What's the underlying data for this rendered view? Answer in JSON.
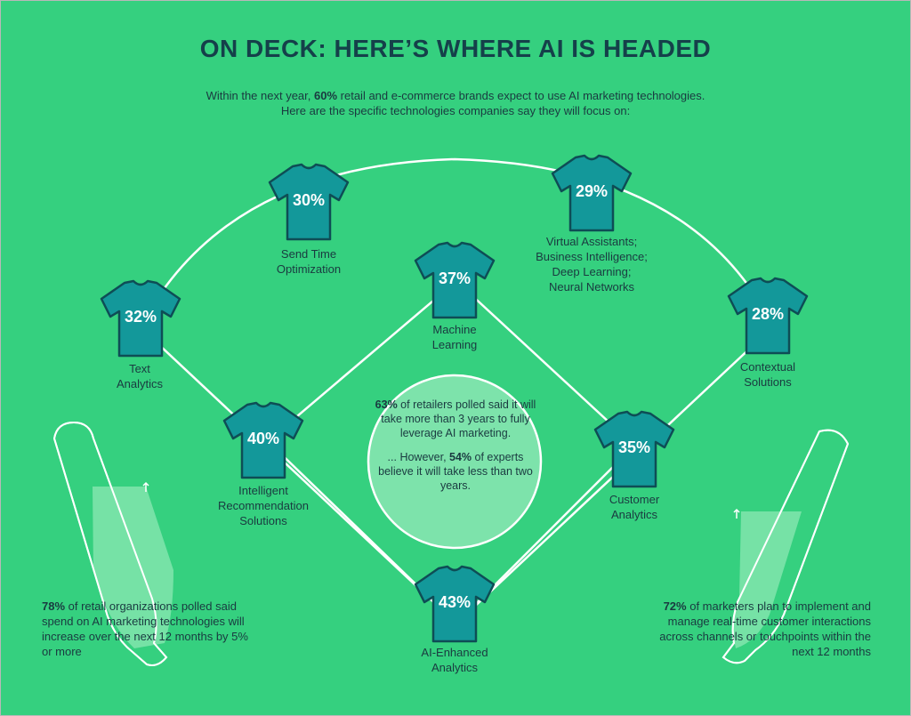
{
  "title": "ON DECK: HERE’S WHERE AI IS HEADED",
  "intro": {
    "pre": "Within the next year, ",
    "highlight": "60%",
    "post": " retail and e-commerce brands expect to use AI marketing technologies.",
    "line2": "Here are the specific technologies companies say they will focus on:"
  },
  "colors": {
    "background": "#35d07f",
    "shirt": "#13989a",
    "shirt_outline": "#0e4d55",
    "lines": "#ffffff",
    "bat": "#7de3ab",
    "title": "#15404a"
  },
  "technologies": [
    {
      "percent": "30%",
      "label": "Send Time\nOptimization"
    },
    {
      "percent": "29%",
      "label": "Virtual Assistants;\nBusiness Intelligence;\nDeep Learning;\nNeural Networks"
    },
    {
      "percent": "32%",
      "label": "Text\nAnalytics"
    },
    {
      "percent": "37%",
      "label": "Machine\nLearning"
    },
    {
      "percent": "28%",
      "label": "Contextual\nSolutions"
    },
    {
      "percent": "40%",
      "label": "Intelligent\nRecommendation\nSolutions"
    },
    {
      "percent": "35%",
      "label": "Customer\nAnalytics"
    },
    {
      "percent": "43%",
      "label": "AI-Enhanced\nAnalytics"
    }
  ],
  "center": {
    "p1_pct": "63%",
    "p1_text": " of retailers polled said it will take more than 3 years to fully leverage AI marketing.",
    "p2_pre": "... However, ",
    "p2_pct": "54%",
    "p2_text": " of experts believe it will take less than two years."
  },
  "left_note": {
    "pct": "78%",
    "text": " of retail organizations polled said spend on AI marketing technologies will increase over the next 12 months by 5% or more"
  },
  "right_note": {
    "pct": "72%",
    "text": " of marketers plan to implement and manage real-time customer interactions across channels or touchpoints within the next 12 months"
  }
}
